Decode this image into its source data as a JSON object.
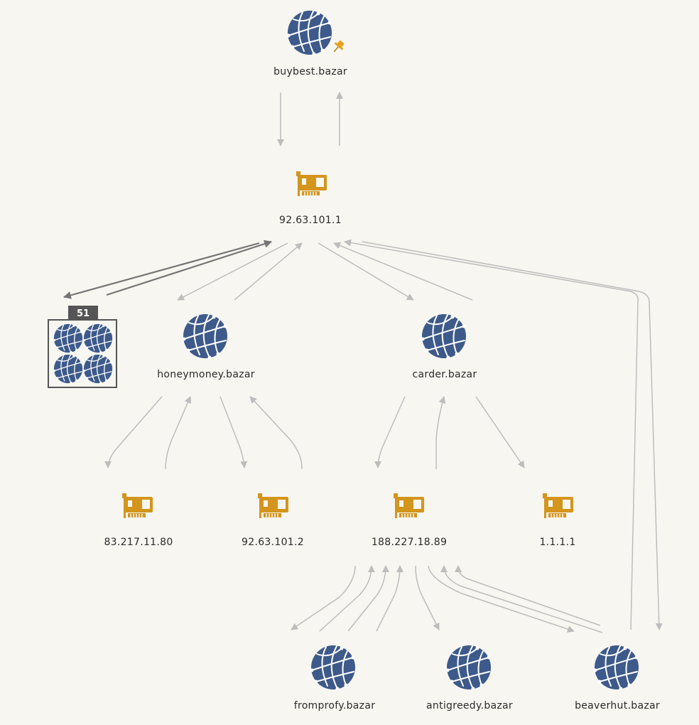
{
  "graph": {
    "colors": {
      "globe": "#3d5a8a",
      "nic": "#d4951c",
      "edge": "#bdbdbd",
      "edge_dark": "#757575",
      "background": "#f7f6f1"
    },
    "nodes": [
      {
        "id": "buybest",
        "type": "domain",
        "label": "buybest.bazar",
        "pinned": true,
        "icon": "globe-icon"
      },
      {
        "id": "ip1",
        "type": "ip",
        "label": "92.63.101.1",
        "icon": "network-card-icon"
      },
      {
        "id": "cluster",
        "type": "group",
        "label": "51",
        "icon": "globe-group-icon"
      },
      {
        "id": "honeymoney",
        "type": "domain",
        "label": "honeymoney.bazar",
        "icon": "globe-icon"
      },
      {
        "id": "carder",
        "type": "domain",
        "label": "carder.bazar",
        "icon": "globe-icon"
      },
      {
        "id": "ip2",
        "type": "ip",
        "label": "83.217.11.80",
        "icon": "network-card-icon"
      },
      {
        "id": "ip3",
        "type": "ip",
        "label": "92.63.101.2",
        "icon": "network-card-icon"
      },
      {
        "id": "ip4",
        "type": "ip",
        "label": "188.227.18.89",
        "icon": "network-card-icon"
      },
      {
        "id": "ip5",
        "type": "ip",
        "label": "1.1.1.1",
        "icon": "network-card-icon"
      },
      {
        "id": "fromprofy",
        "type": "domain",
        "label": "fromprofy.bazar",
        "icon": "globe-icon"
      },
      {
        "id": "antigreedy",
        "type": "domain",
        "label": "antigreedy.bazar",
        "icon": "globe-icon"
      },
      {
        "id": "beaverhut",
        "type": "domain",
        "label": "beaverhut.bazar",
        "icon": "globe-icon"
      }
    ]
  }
}
